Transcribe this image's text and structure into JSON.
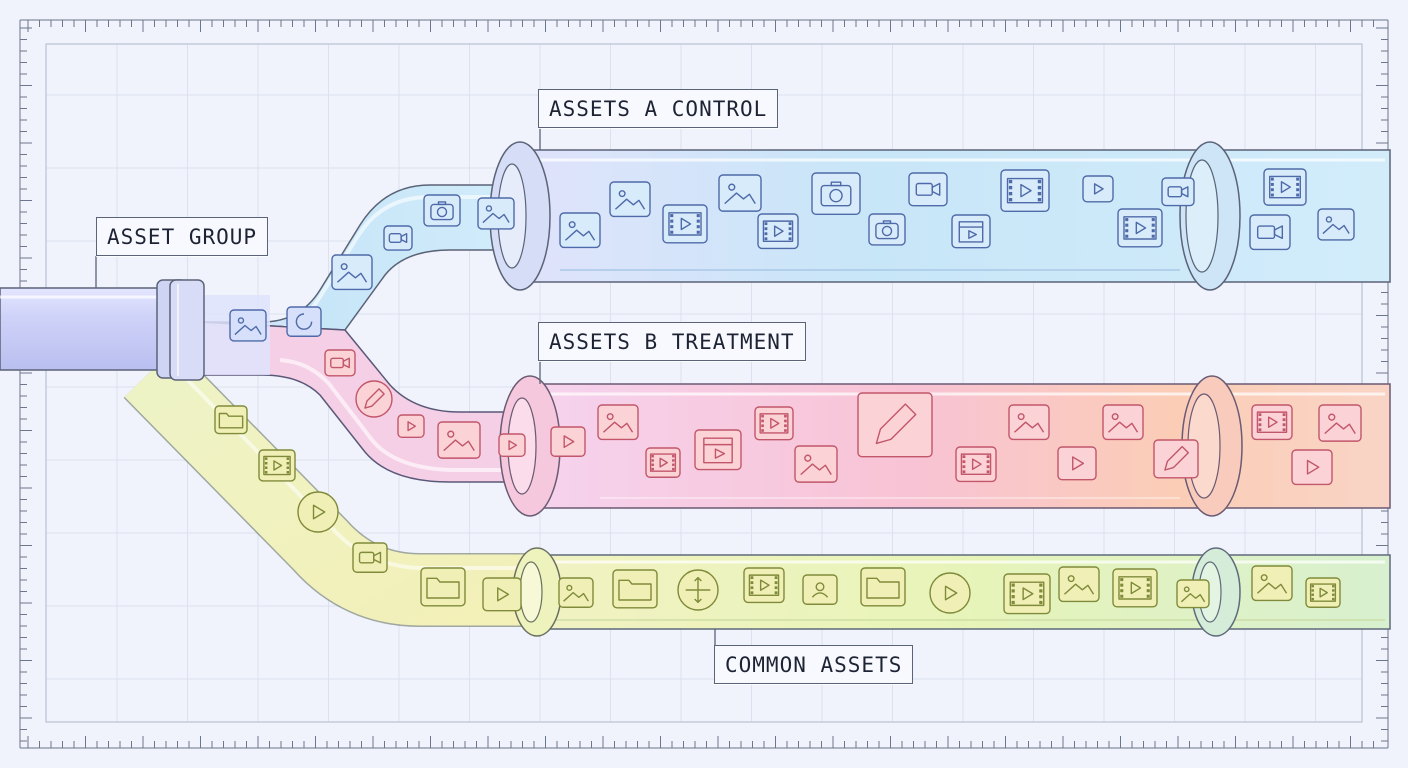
{
  "labels": {
    "asset_group": "ASSET GROUP",
    "assets_a": "ASSETS A CONTROL",
    "assets_b": "ASSETS B TREATMENT",
    "common": "COMMON ASSETS"
  },
  "colors": {
    "background": "#f0f3fb",
    "grid": "#d5dcea",
    "outline": "#5a6378",
    "main_pipe": "#c9cdf5",
    "assets_a_pipe": "#bfe3f7",
    "assets_b_pipe": "#f6c2da",
    "common_pipe": "#e3f2b8"
  },
  "icons": {
    "main": [
      "image",
      "refresh"
    ],
    "assets_a": [
      "image",
      "video-camera",
      "image",
      "camera",
      "image",
      "image",
      "film",
      "image",
      "film",
      "camera",
      "video-camera",
      "camera",
      "film",
      "clapperboard",
      "play",
      "film",
      "video-camera",
      "film",
      "video-camera",
      "image",
      "image",
      "film"
    ],
    "assets_b": [
      "video-camera",
      "pencil",
      "play",
      "image",
      "play",
      "play",
      "image",
      "film",
      "clapperboard",
      "film",
      "pencil",
      "image",
      "film",
      "image",
      "play",
      "image",
      "pencil",
      "film",
      "image",
      "play",
      "image"
    ],
    "common": [
      "folder",
      "film",
      "play",
      "video-camera",
      "folder",
      "play",
      "image",
      "folder",
      "move",
      "film",
      "user",
      "folder",
      "play",
      "film",
      "image",
      "film",
      "image",
      "image",
      "film"
    ]
  }
}
